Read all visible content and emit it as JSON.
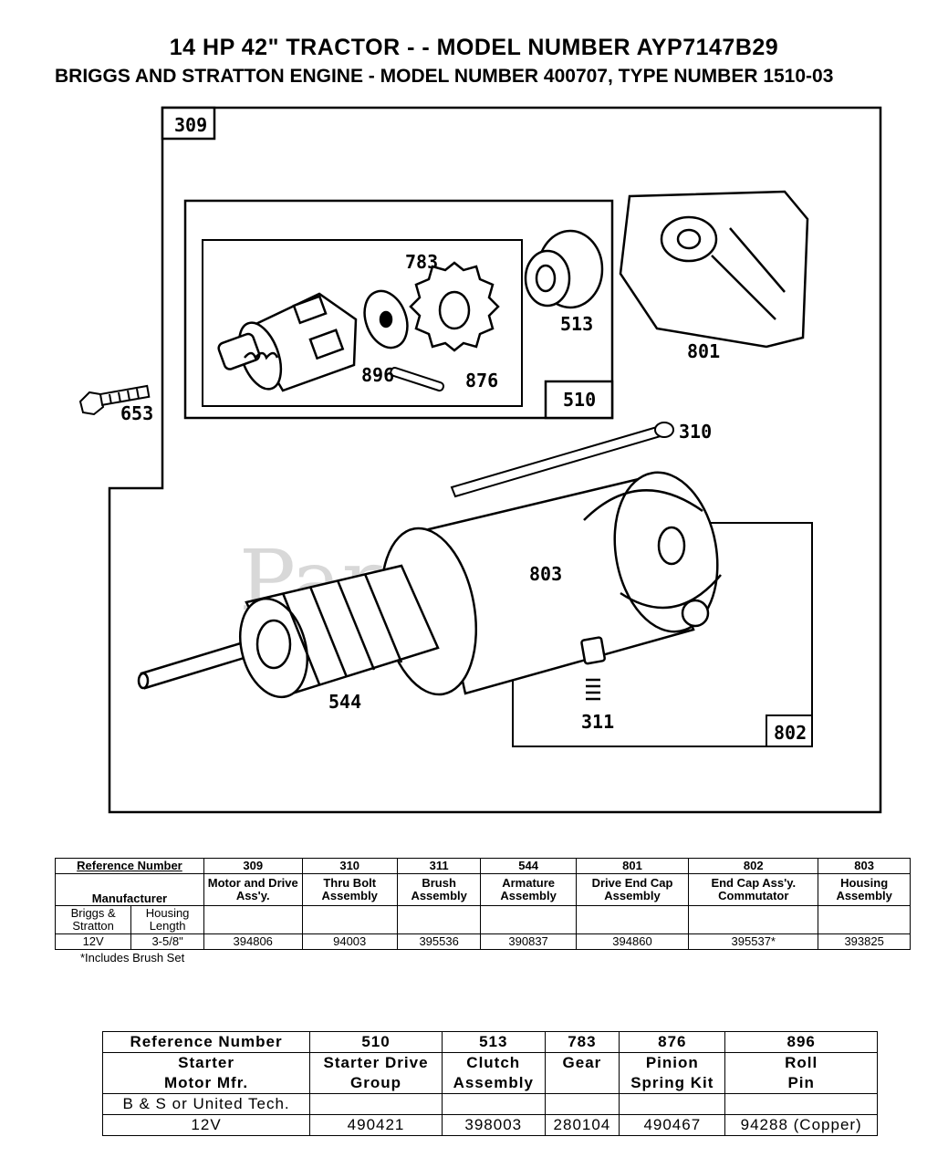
{
  "title": "14 HP 42\" TRACTOR - - MODEL NUMBER AYP7147B29",
  "subtitle": "BRIGGS AND STRATTON ENGINE - MODEL NUMBER 400707, TYPE NUMBER 1510-03",
  "watermark": "PartsTree",
  "diagram": {
    "group_boxes": [
      "309",
      "510",
      "802"
    ],
    "callouts": [
      "653",
      "783",
      "896",
      "876",
      "513",
      "801",
      "310",
      "803",
      "544",
      "311"
    ]
  },
  "table1": {
    "header_label": "Reference Number",
    "manufacturer_label": "Manufacturer",
    "sub_labels": [
      "Briggs & Stratton",
      "Housing Length"
    ],
    "columns": [
      {
        "ref": "309",
        "desc": "Motor and Drive Ass'y.",
        "part": "394806"
      },
      {
        "ref": "310",
        "desc": "Thru Bolt Assembly",
        "part": "94003"
      },
      {
        "ref": "311",
        "desc": "Brush Assembly",
        "part": "395536"
      },
      {
        "ref": "544",
        "desc": "Armature Assembly",
        "part": "390837"
      },
      {
        "ref": "801",
        "desc": "Drive End Cap Assembly",
        "part": "394860"
      },
      {
        "ref": "802",
        "desc": "End Cap Ass'y. Commutator",
        "part": "395537*"
      },
      {
        "ref": "803",
        "desc": "Housing Assembly",
        "part": "393825"
      }
    ],
    "row_voltage": "12V",
    "row_length": "3-5/8\"",
    "footnote": "*Includes Brush Set"
  },
  "table2": {
    "header_label": "Reference Number",
    "mfr_label_1": "Starter",
    "mfr_label_2": "Motor Mfr.",
    "mfr_value": "B & S or United Tech.",
    "voltage": "12V",
    "columns": [
      {
        "ref": "510",
        "desc1": "Starter  Drive",
        "desc2": "Group",
        "part": "490421"
      },
      {
        "ref": "513",
        "desc1": "Clutch",
        "desc2": "Assembly",
        "part": "398003"
      },
      {
        "ref": "783",
        "desc1": "Gear",
        "desc2": "",
        "part": "280104"
      },
      {
        "ref": "876",
        "desc1": "Pinion",
        "desc2": "Spring  Kit",
        "part": "490467"
      },
      {
        "ref": "896",
        "desc1": "Roll",
        "desc2": "Pin",
        "part": "94288  (Copper)"
      }
    ]
  }
}
